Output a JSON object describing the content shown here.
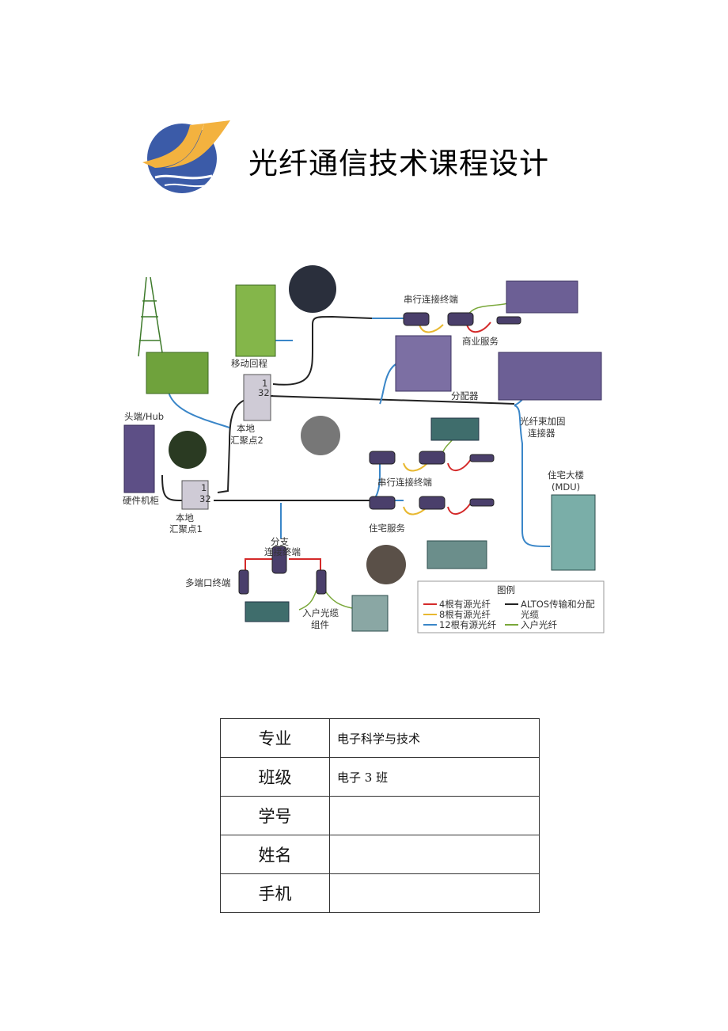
{
  "header": {
    "title": "光纤通信技术课程设计"
  },
  "colors": {
    "logo_blue": "#3b5ba8",
    "logo_orange": "#f3b23f",
    "fiber_4": "#d42a2a",
    "fiber_8": "#e8b830",
    "fiber_12": "#3a86c8",
    "altos": "#222222",
    "drop": "#7aa83a"
  },
  "diagram": {
    "labels": {
      "inline_terminal_top": "串行连接终端",
      "business_service": "商业服务",
      "mobile_backhaul": "移动回程",
      "headend_hub": "头端/Hub",
      "hardware_cabinet": "硬件机柜",
      "local_aggregation_2_line1": "本地",
      "local_aggregation_2_line2": "汇聚点2",
      "local_aggregation_1_line1": "本地",
      "local_aggregation_1_line2": "汇聚点1",
      "splitter": "分配器",
      "bundle_connector_line1": "光纤束加固",
      "bundle_connector_line2": "连接器",
      "inline_terminal_mid": "串行连接终端",
      "residential_service": "住宅服务",
      "mdu_line1": "住宅大楼",
      "mdu_line2": "(MDU)",
      "branch_terminal_line1": "分支",
      "branch_terminal_line2": "连接终端",
      "multiport_terminal": "多端口终端",
      "drop_cable_line1": "入户光缆",
      "drop_cable_line2": "组件",
      "splitter_1": "1",
      "splitter_32": "32",
      "splitter2_1": "1",
      "splitter2_32": "32"
    },
    "legend": {
      "title": "图例",
      "items": [
        {
          "label": "4根有源光纤"
        },
        {
          "label": "8根有源光纤"
        },
        {
          "label": "12根有源光纤"
        },
        {
          "label": "ALTOS传输和分配"
        },
        {
          "label": "光缆"
        },
        {
          "label": "入户光纤"
        }
      ]
    }
  },
  "info_table": {
    "rows": [
      {
        "label": "专业",
        "value": "电子科学与技术"
      },
      {
        "label": "班级",
        "value": "电子 3 班"
      },
      {
        "label": "学号",
        "value": ""
      },
      {
        "label": "姓名",
        "value": ""
      },
      {
        "label": "手机",
        "value": ""
      }
    ]
  }
}
